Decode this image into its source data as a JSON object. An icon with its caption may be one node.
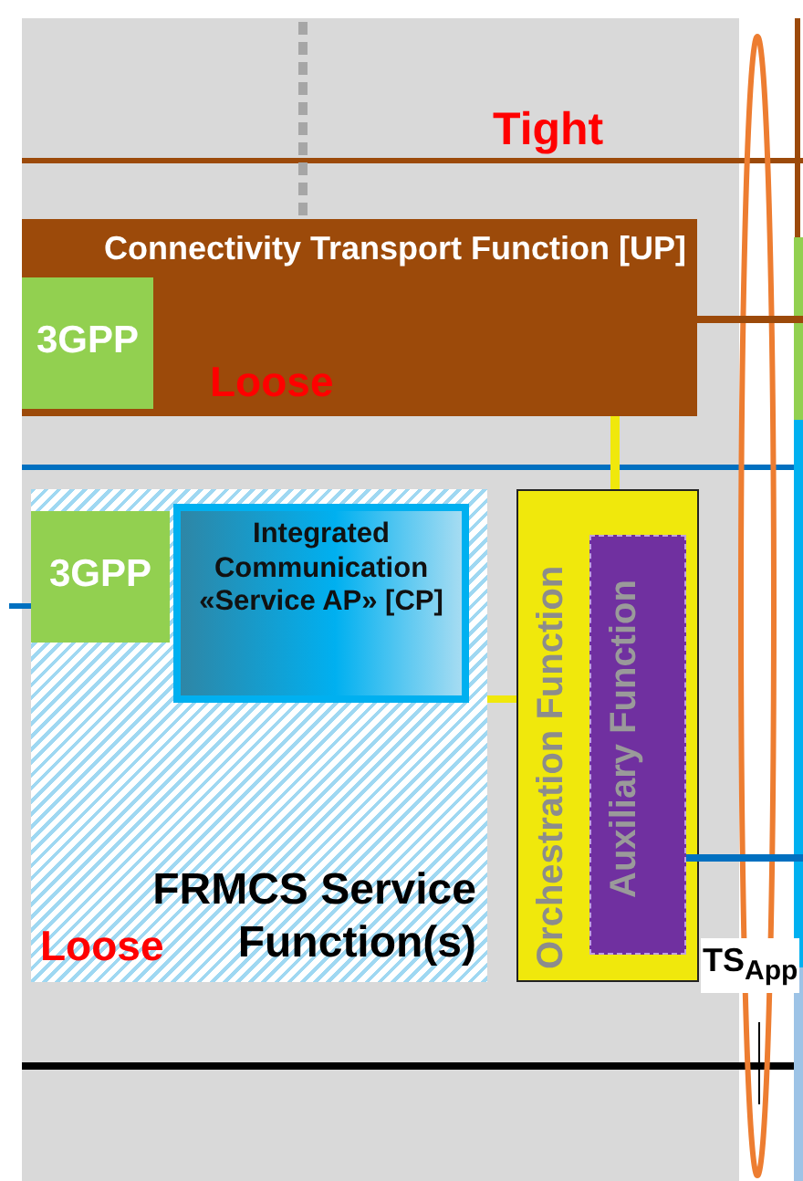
{
  "diagram": {
    "nodes": [
      {
        "text": [
          "Connectivity Transport Function [UP]"
        ]
      },
      {
        "text": [
          "3GPP"
        ],
        "in": 0
      },
      {
        "text": [
          "FRMCS Service Function(s)"
        ]
      },
      {
        "text": [
          "3GPP"
        ],
        "in": 2
      },
      {
        "text": [
          "Integrated Communication «Service AP» [CP]"
        ],
        "in": 2
      },
      {
        "text": [
          "Orchestration Function"
        ]
      },
      {
        "text": [
          "Auxiliary Function"
        ],
        "in": 5
      }
    ],
    "edges": [
      {
        "from": 5,
        "to": 0,
        "arrow": "none",
        "color": "#f0e80c"
      },
      {
        "from": 2,
        "to": 5,
        "arrow": "none",
        "color": "#f0e80c"
      },
      {
        "from": 0,
        "to": null,
        "arrow": "none",
        "color": "#9c4a0a"
      },
      {
        "from": 6,
        "to": null,
        "arrow": "none",
        "color": "#0070c0"
      },
      {
        "from": 3,
        "to": null,
        "arrow": "none",
        "color": "#0070c0"
      }
    ],
    "labels": [
      "Tight",
      "Loose",
      "Loose",
      "TS$_{App}$"
    ]
  }
}
